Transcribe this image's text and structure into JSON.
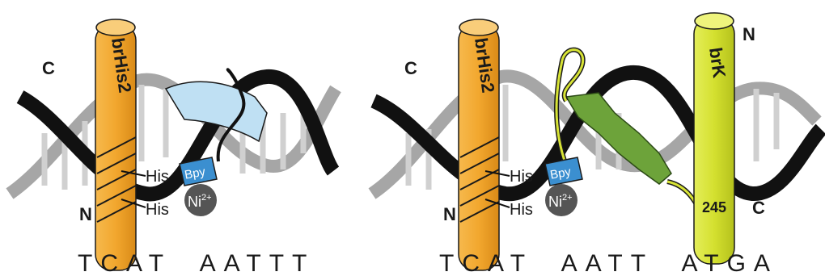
{
  "left_panel": {
    "helix_label": "brHis2",
    "c_terminus": "C",
    "n_terminus": "N",
    "his_top": "His",
    "his_bottom": "His",
    "bpy": "Bpy",
    "nickel": "Ni",
    "nickel_charge": "2+",
    "sequence": "TCAT  AATTT"
  },
  "right_panel": {
    "helix1_label": "brHis2",
    "helix1_c": "C",
    "helix1_n": "N",
    "his_top": "His",
    "his_bottom": "His",
    "bpy": "Bpy",
    "nickel": "Ni",
    "nickel_charge": "2+",
    "helix2_label": "brK",
    "helix2_n": "N",
    "helix2_c": "C",
    "residue": "245",
    "sequence": "TCAT  AATT  ATGA"
  },
  "colors": {
    "orange_helix": "#f2a72e",
    "yellow_helix": "#d7e335",
    "bpy_blue": "#3b8fd0",
    "light_blue_ribbon": "#bfe0f3",
    "green_ribbon": "#6da33a",
    "nickel_gray": "#555555",
    "dna_black": "#111111",
    "dna_gray": "#9a9a9a"
  }
}
